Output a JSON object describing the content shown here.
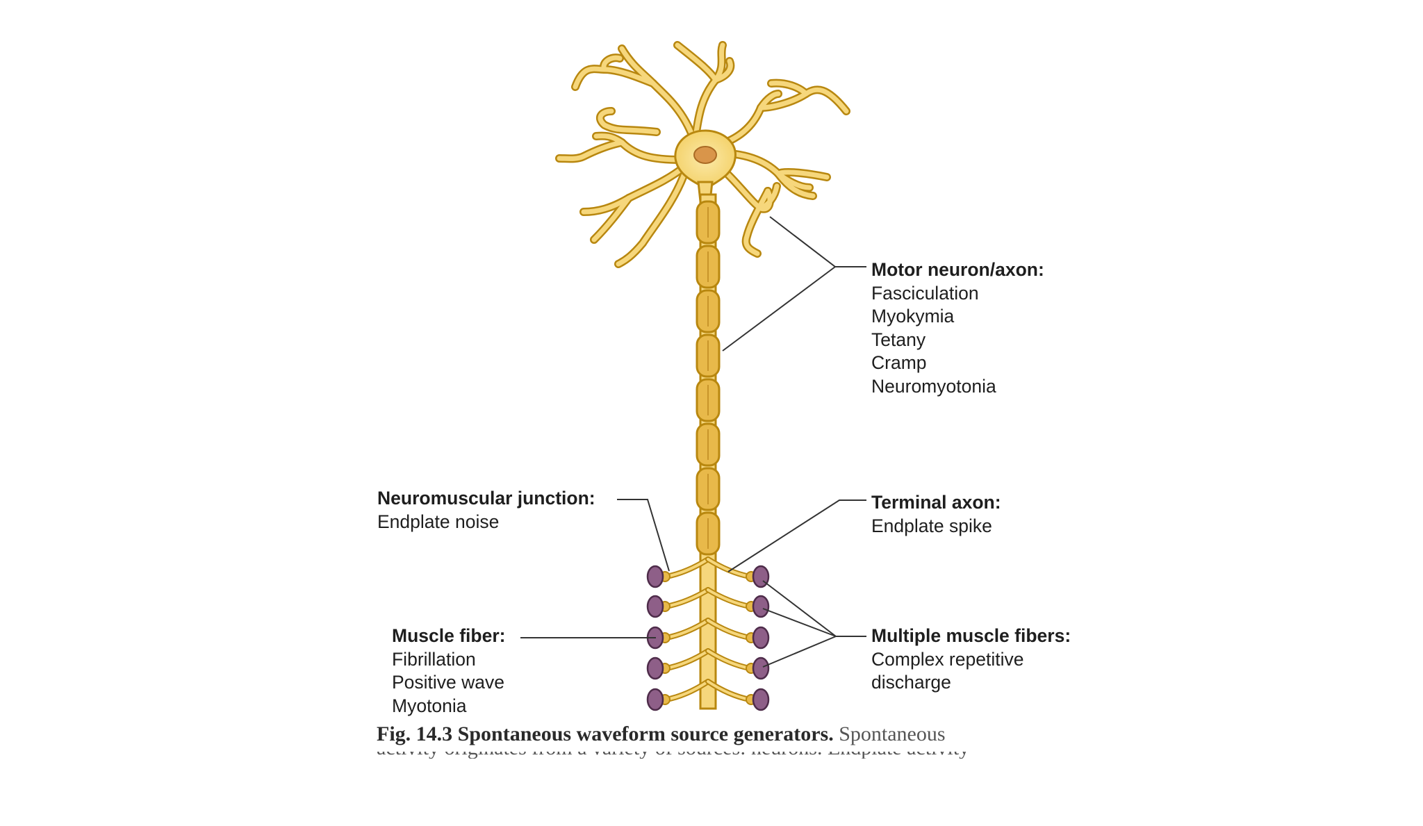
{
  "labels": {
    "motor": {
      "heading": "Motor neuron/axon:",
      "items": [
        "Fasciculation",
        "Myokymia",
        "Tetany",
        "Cramp",
        "Neuromyotonia"
      ]
    },
    "nmj": {
      "heading": "Neuromuscular junction:",
      "items": [
        "Endplate noise"
      ]
    },
    "terminal": {
      "heading": "Terminal axon:",
      "items": [
        "Endplate spike"
      ]
    },
    "fiber": {
      "heading": "Muscle fiber:",
      "items": [
        "Fibrillation",
        "Positive wave",
        "Myotonia"
      ]
    },
    "multi": {
      "heading": "Multiple muscle fibers:",
      "items": [
        "Complex repetitive",
        "discharge"
      ]
    }
  },
  "caption": {
    "title": "Fig. 14.3  Spontaneous waveform source generators.",
    "text": "Spontaneous",
    "next_line": "activity originates from a variety of sources: neurons. Endplate activity"
  },
  "colors": {
    "neuron_fill": "#f6d77c",
    "neuron_outline": "#b8870f",
    "nucleus": "#d9954a",
    "myelin": "#e8b94a",
    "endplate": "#8e5f88",
    "endplate_outline": "#4e2c4a",
    "leader": "#333333"
  }
}
